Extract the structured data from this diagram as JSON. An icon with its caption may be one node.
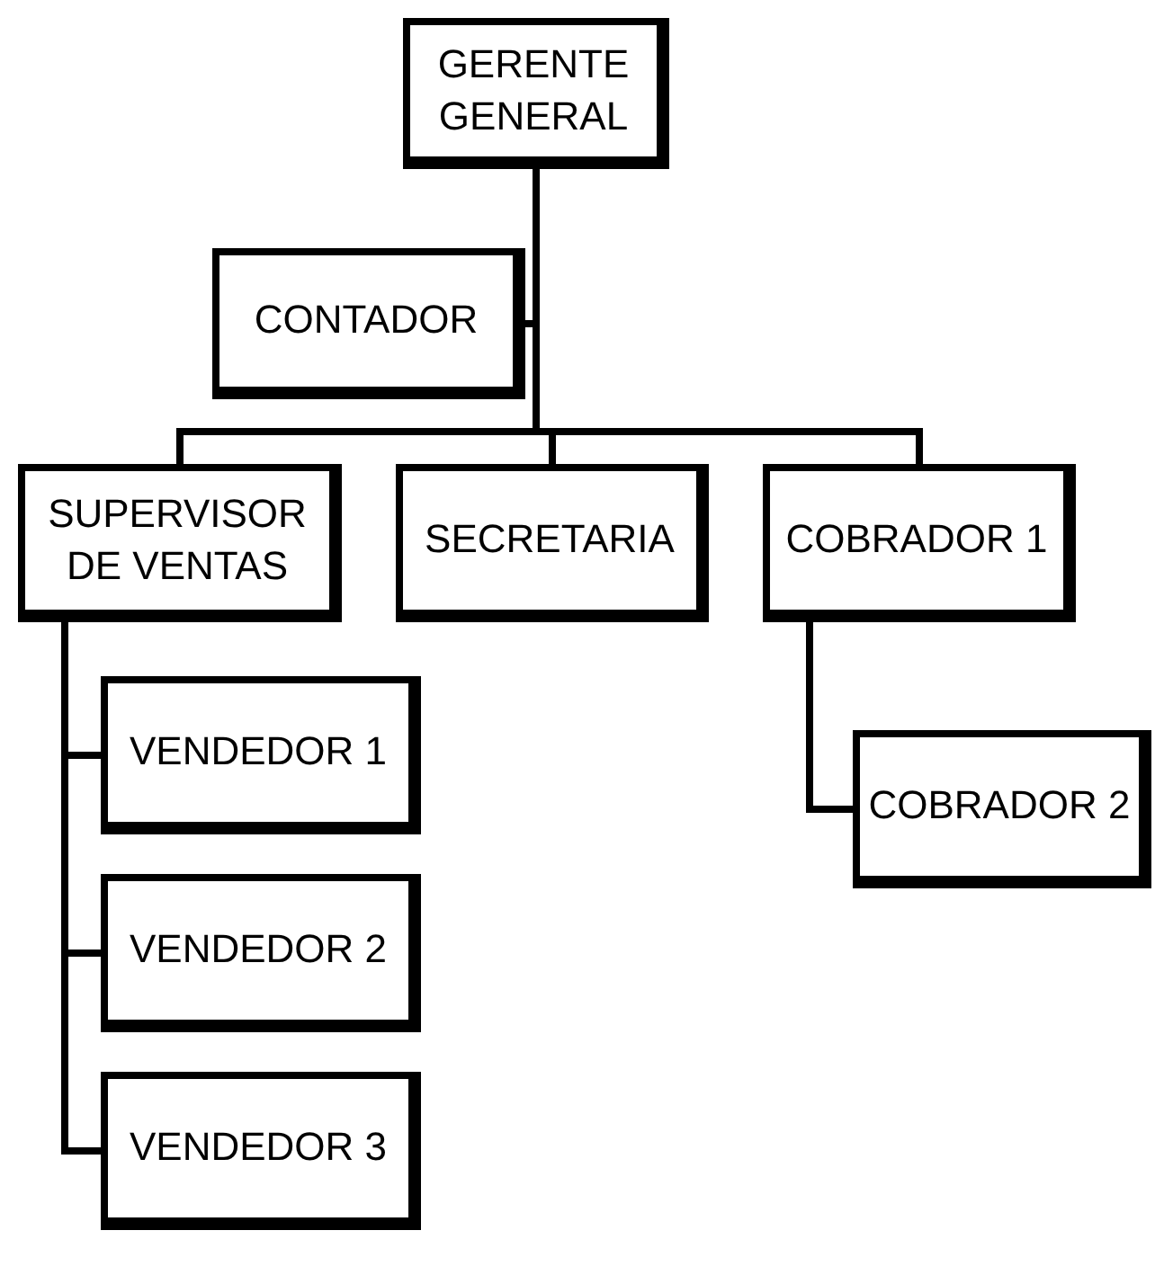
{
  "diagram": {
    "nodes": [
      {
        "text": [
          "GERENTE GENERAL"
        ]
      },
      {
        "text": [
          "CONTADOR"
        ]
      },
      {
        "text": [
          "SUPERVISOR DE VENTAS"
        ]
      },
      {
        "text": [
          "SECRETARIA"
        ]
      },
      {
        "text": [
          "COBRADOR 1"
        ]
      },
      {
        "text": [
          "VENDEDOR 1"
        ]
      },
      {
        "text": [
          "VENDEDOR 2"
        ]
      },
      {
        "text": [
          "VENDEDOR 3"
        ]
      },
      {
        "text": [
          "COBRADOR 2"
        ]
      }
    ],
    "edges": [
      {
        "from": 0,
        "to": 1,
        "arrow": "none"
      },
      {
        "from": 0,
        "to": 2,
        "arrow": "none"
      },
      {
        "from": 0,
        "to": 3,
        "arrow": "none"
      },
      {
        "from": 0,
        "to": 4,
        "arrow": "none"
      },
      {
        "from": 2,
        "to": 5,
        "arrow": "none"
      },
      {
        "from": 2,
        "to": 6,
        "arrow": "none"
      },
      {
        "from": 2,
        "to": 7,
        "arrow": "none"
      },
      {
        "from": 4,
        "to": 8,
        "arrow": "none"
      }
    ]
  }
}
